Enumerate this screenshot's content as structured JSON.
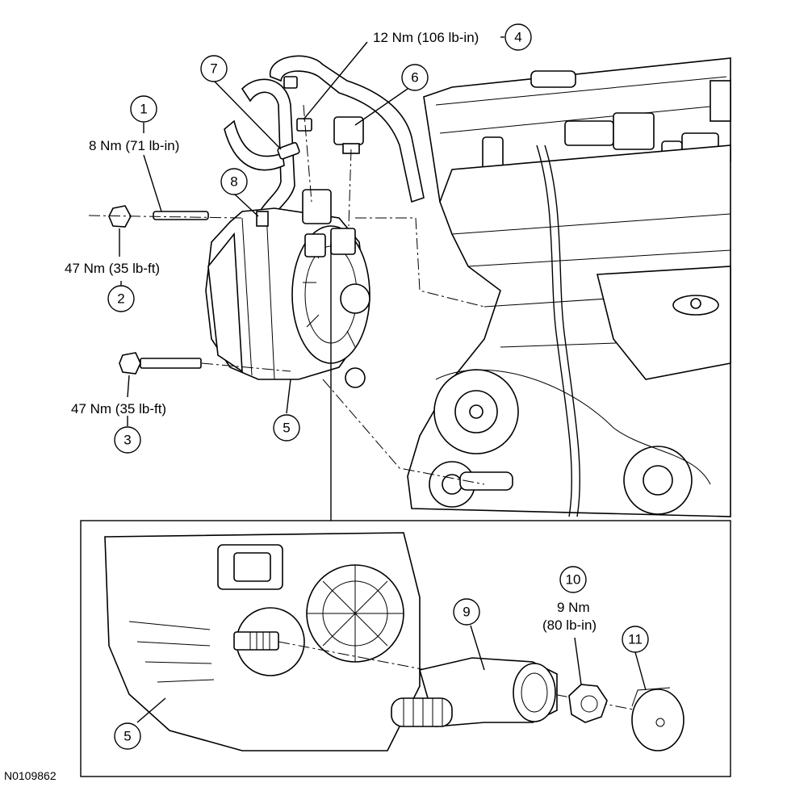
{
  "figure_code": "N0109862",
  "callouts": [
    {
      "id": "1",
      "num": "1",
      "torque": "8 Nm (71 lb-in)"
    },
    {
      "id": "2",
      "num": "2",
      "torque": "47 Nm (35 lb-ft)"
    },
    {
      "id": "3",
      "num": "3",
      "torque": "47 Nm (35 lb-ft)"
    },
    {
      "id": "4",
      "num": "4",
      "torque": "12 Nm (106 lb-in)"
    },
    {
      "id": "5a",
      "num": "5",
      "torque": ""
    },
    {
      "id": "5b",
      "num": "5",
      "torque": ""
    },
    {
      "id": "6",
      "num": "6",
      "torque": ""
    },
    {
      "id": "7",
      "num": "7",
      "torque": ""
    },
    {
      "id": "8",
      "num": "8",
      "torque": ""
    },
    {
      "id": "9",
      "num": "9",
      "torque": ""
    },
    {
      "id": "10",
      "num": "10",
      "torque_line1": "9 Nm",
      "torque_line2": "(80 lb-in)"
    },
    {
      "id": "11",
      "num": "11",
      "torque": ""
    }
  ]
}
